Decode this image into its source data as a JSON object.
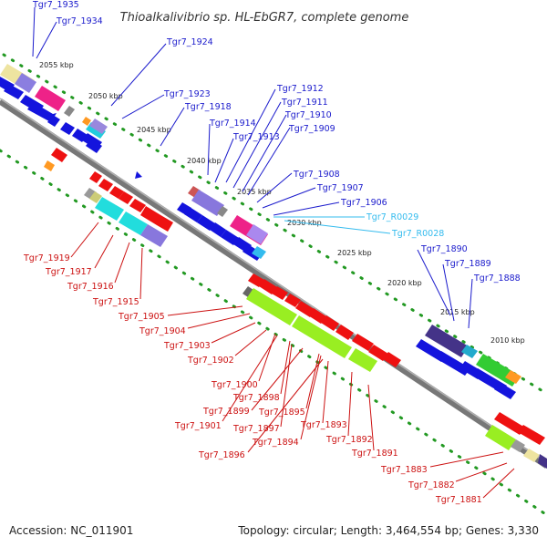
{
  "title": "Thioalkalivibrio sp. HL-EbGR7, complete genome",
  "footer": {
    "accession": "Accession: NC_011901",
    "summary": "Topology: circular; Length: 3,464,554 bp; Genes: 3,330"
  },
  "colors": {
    "forward_label": "#1a1acc",
    "reverse_label": "#cc1111",
    "rna_label": "#33bbee",
    "backbone": "#777777",
    "scale_dot": "#229922"
  },
  "scale_labels": [
    "2055 kbp",
    "2050 kbp",
    "2045 kbp",
    "2040 kbp",
    "2035 kbp",
    "2030 kbp",
    "2025 kbp",
    "2020 kbp",
    "2015 kbp",
    "2010 kbp"
  ],
  "forward_labels": [
    "Tgr7_1935",
    "Tgr7_1934",
    "Tgr7_1924",
    "Tgr7_1923",
    "Tgr7_1918",
    "Tgr7_1914",
    "Tgr7_1913",
    "Tgr7_1912",
    "Tgr7_1911",
    "Tgr7_1910",
    "Tgr7_1909",
    "Tgr7_1908",
    "Tgr7_1907",
    "Tgr7_1906",
    "Tgr7_1890",
    "Tgr7_1889",
    "Tgr7_1888"
  ],
  "rna_labels": [
    "Tgr7_R0029",
    "Tgr7_R0028"
  ],
  "reverse_labels": [
    "Tgr7_1919",
    "Tgr7_1917",
    "Tgr7_1916",
    "Tgr7_1915",
    "Tgr7_1905",
    "Tgr7_1904",
    "Tgr7_1903",
    "Tgr7_1902",
    "Tgr7_1900",
    "Tgr7_1898",
    "Tgr7_1899",
    "Tgr7_1895",
    "Tgr7_1901",
    "Tgr7_1897",
    "Tgr7_1893",
    "Tgr7_1894",
    "Tgr7_1896",
    "Tgr7_1892",
    "Tgr7_1891",
    "Tgr7_1883",
    "Tgr7_1882",
    "Tgr7_1881"
  ]
}
